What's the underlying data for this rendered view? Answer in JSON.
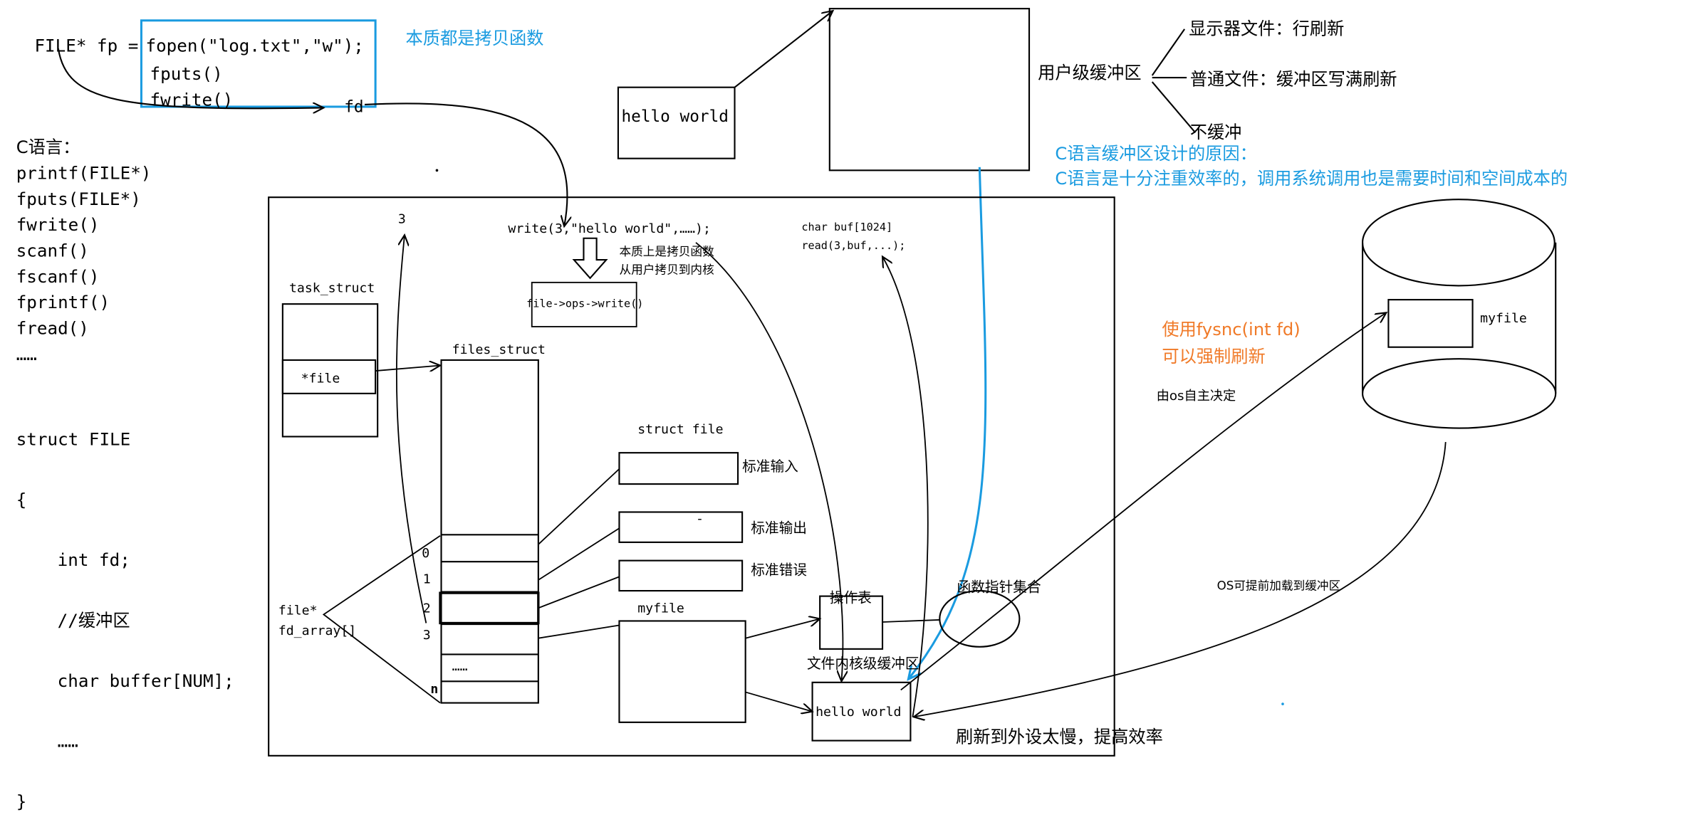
{
  "top": {
    "code_prefix": "FILE* fp =",
    "fopen": "fopen(\"log.txt\",\"w\");",
    "fputs": "fputs()",
    "fwrite": "fwrite()",
    "fd": "fd",
    "note_copy": "本质都是拷贝函数"
  },
  "left": {
    "header": "C语言：",
    "functions": [
      "printf(FILE*)",
      "fputs(FILE*)",
      "fwrite()",
      "scanf()",
      "fscanf()",
      "fprintf()",
      "fread()",
      "……"
    ],
    "struct_lines": [
      "struct FILE",
      "{",
      "  int fd;",
      "  //缓冲区",
      "  char buffer[NUM];",
      "  ……",
      "}"
    ]
  },
  "user_buffer": {
    "hello_box": "hello world",
    "label": "用户级缓冲区",
    "branches": [
      "显示器文件：行刷新",
      "普通文件：缓冲区写满刷新",
      "不缓冲"
    ],
    "reason_title": "C语言缓冲区设计的原因：",
    "reason_body": "C语言是十分注重效率的，调用系统调用也是需要时间和空间成本的"
  },
  "kernel": {
    "num_3": "3",
    "write_call": "write(3,\"hello world\",……);",
    "copy_note_1": "本质上是拷贝函数",
    "copy_note_2": "从用户拷贝到内核",
    "ops_write": "file->ops->write()",
    "read_1": "char buf[1024]",
    "read_2": "read(3,buf,...);",
    "task_struct": "task_struct",
    "file_ptr": "*file",
    "files_struct": "files_struct",
    "struct_file": "struct file",
    "stdin": "标准输入",
    "stdout": "标准输出",
    "stderr": "标准错误",
    "dash": "-",
    "indices": [
      "0",
      "1",
      "2",
      "3",
      "n"
    ],
    "dots": "……",
    "file_star": "file*",
    "fd_array": "fd_array[]",
    "myfile": "myfile",
    "ops_table": "操作表",
    "func_ptr_set": "函数指针集合",
    "kernel_buffer": "文件内核级缓冲区",
    "kernel_hello": "hello world",
    "flush_slow": "刷新到外设太慢，提高效率"
  },
  "disk": {
    "myfile": "myfile",
    "fsync_1": "使用fysnc(int fd)",
    "fsync_2": "可以强制刷新",
    "os_decide": "由os自主决定",
    "os_preload": "OS可提前加载到缓冲区"
  },
  "colors": {
    "blue": "#1a9be0",
    "orange": "#f07a28",
    "ink": "#000000"
  }
}
